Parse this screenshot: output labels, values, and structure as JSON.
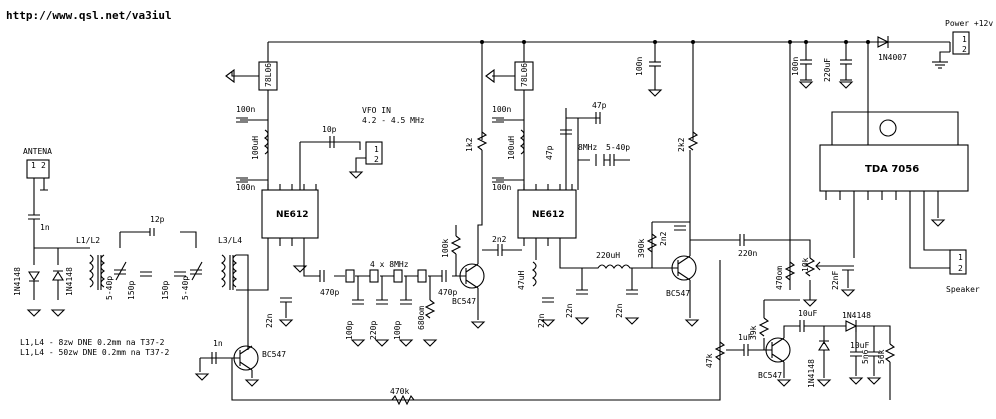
{
  "header": {
    "url": "http://www.qsl.net/va3iul"
  },
  "connectors": {
    "antenna": {
      "label": "ANTENA",
      "pins": [
        "1",
        "2"
      ]
    },
    "vfo": {
      "title": "VFO IN",
      "range": "4.2 - 4.5 MHz",
      "pins": [
        "1",
        "2"
      ]
    },
    "power": {
      "label": "Power +12v",
      "pins": [
        "1",
        "2"
      ]
    },
    "speaker": {
      "label": "Speaker",
      "pins": [
        "1",
        "2"
      ]
    }
  },
  "ics": {
    "mixer1": "NE612",
    "mixer2": "NE612",
    "amp": "TDA 7056",
    "reg1": "78L06",
    "reg2": "78L06"
  },
  "transistors": {
    "t1": "BC547",
    "t2": "BC547",
    "t3": "BC547",
    "t4": "BC547"
  },
  "diodes": {
    "d1": "1N4148",
    "d2": "1N4148",
    "d3": "1N4148",
    "d4": "1N4148",
    "d5": "1N4007"
  },
  "components": {
    "c_1n": "1n",
    "l1l2": "L1/L2",
    "c_12p": "12p",
    "l3l4": "L3/L4",
    "trim1": "5-40p",
    "c_150p_a": "150p",
    "c_150p_b": "150p",
    "trim2": "5-40p",
    "c_100n_a": "100n",
    "l_100uh_a": "100uH",
    "c_100n_b": "100n",
    "c_10p": "10p",
    "c_22n_a": "22n",
    "c_470p_a": "470p",
    "crystals": "4 x 8MHz",
    "c_100p_a": "100p",
    "c_220p": "220p",
    "c_100p_b": "100p",
    "r_680ohm": "680om",
    "c_470p_b": "470p",
    "r_100k": "100k",
    "r_1k2": "1k2",
    "c_2n2_a": "2n2",
    "c_100n_c": "100n",
    "l_100uh_b": "100uH",
    "c_47p_a": "47p",
    "c_47p_b": "47p",
    "xtal_8mhz": "8MHz",
    "trim3": "5-40p",
    "c_100n_d": "100n",
    "l_47uh": "47uH",
    "c_22n_b": "22n",
    "l_220uh": "220uH",
    "c_22n_c": "22n",
    "c_22n_d": "22n",
    "r_390k": "390k",
    "c_2n2_b": "2n2",
    "r_2k2": "2k2",
    "c_100n_e": "100n",
    "c_100n_f": "100n",
    "c_220uf": "220uF",
    "c_220n": "220n",
    "r_470ohm": "470om",
    "pot_10k": "10k",
    "c_22nf": "22nF",
    "c_1n_b": "1n",
    "r_470k": "470k",
    "pot_47k": "47k",
    "c_1uf": "1uF",
    "r_39k": "39k",
    "c_10uf_a": "10uF",
    "c_10uf_b": "10uF",
    "c_5n6": "5n6",
    "r_56k": "56k"
  },
  "notes": [
    "L1,L4 - 8zw DNE 0.2mm na T37-2",
    "L1,L4 - 50zw DNE 0.2mm na T37-2"
  ]
}
